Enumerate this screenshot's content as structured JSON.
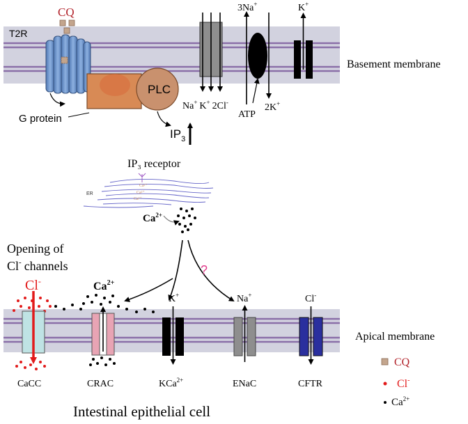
{
  "colors": {
    "membrane": "#d2d2df",
    "membrane_line": "#8a6fa8",
    "receptor": "#6f95cc",
    "gprotein": "#d88a55",
    "plc": "#c9916e",
    "chloride": "#e21b1b",
    "cq": "#c3a58d",
    "question": "#e23c8c",
    "er": "#6464c8"
  },
  "labels": {
    "cq_top": "CQ",
    "t2r": "T2R",
    "plc": "PLC",
    "g_protein": "G protein",
    "ip3": "IP",
    "ip3_sub": "3",
    "basement_membrane": "Basement membrane",
    "na_out_top": "3Na",
    "na_out_sup": "+",
    "k_top": "K",
    "k_top_sup": "+",
    "cotrans_na": "Na",
    "cotrans_k": "K",
    "cotrans_cl": "2Cl",
    "atp": "ATP",
    "k_in": "2K",
    "ip3_receptor": "IP₃ receptor",
    "er": "ER",
    "ca_er_1": "Ca²⁺",
    "ca_er_2": "Ca²⁺",
    "ca_er_3": "Ca²⁺",
    "ca_release": "Ca",
    "ca_release_sup": "2+",
    "opening_line1": "Opening of",
    "opening_line2": "Cl",
    "opening_line2_rest": "channels",
    "question_mark": "?",
    "cl_red": "Cl",
    "ca_crac": "Ca",
    "ca_crac_sup": "2+",
    "k_apical": "K",
    "na_apical": "Na",
    "cl_apical": "Cl",
    "apical_membrane": "Apical membrane",
    "channel_cacc": "CaCC",
    "channel_crac": "CRAC",
    "channel_kca": "KCa",
    "channel_kca_sup": "2+",
    "channel_enac": "ENaC",
    "channel_cftr": "CFTR",
    "title": "Intestinal epithelial cell",
    "legend_cq": "CQ",
    "legend_cl": "Cl",
    "legend_ca": "Ca",
    "legend_ca_sup": "2+"
  }
}
